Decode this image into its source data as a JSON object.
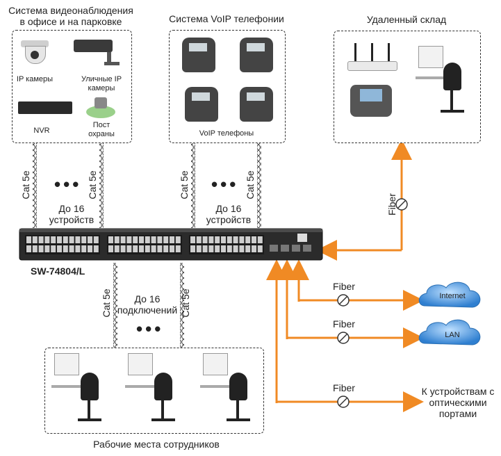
{
  "cctv_group": {
    "title_line1": "Система видеонаблюдения",
    "title_line2": "в офисе и на парковке",
    "ip_cameras": "IP камеры",
    "outdoor_cameras": "Уличные IP камеры",
    "nvr": "NVR",
    "guard_post": "Пост охраны"
  },
  "voip_group": {
    "title": "Система VoIP телефонии",
    "phones": "VoIP телефоны"
  },
  "warehouse": {
    "title": "Удаленный склад"
  },
  "links": {
    "cat5e": "Cat 5e",
    "fiber": "Fiber",
    "up_to_16_devices_line1": "До 16",
    "up_to_16_devices_line2": "устройств",
    "up_to_16_connections_line1": "До 16",
    "up_to_16_connections_line2": "подключений",
    "ellipsis": "•••"
  },
  "switch": {
    "model": "SW-74804/L"
  },
  "destinations": {
    "internet": "Internet",
    "lan": "LAN",
    "optical_line1": "К устройствам с",
    "optical_line2": "оптическими",
    "optical_line3": "портами"
  },
  "workstations": {
    "title": "Рабочие места сотрудников"
  },
  "colors": {
    "fiber": "#f08a24",
    "cloud": "#3a8fd6",
    "switch": "#2b2b2b"
  }
}
